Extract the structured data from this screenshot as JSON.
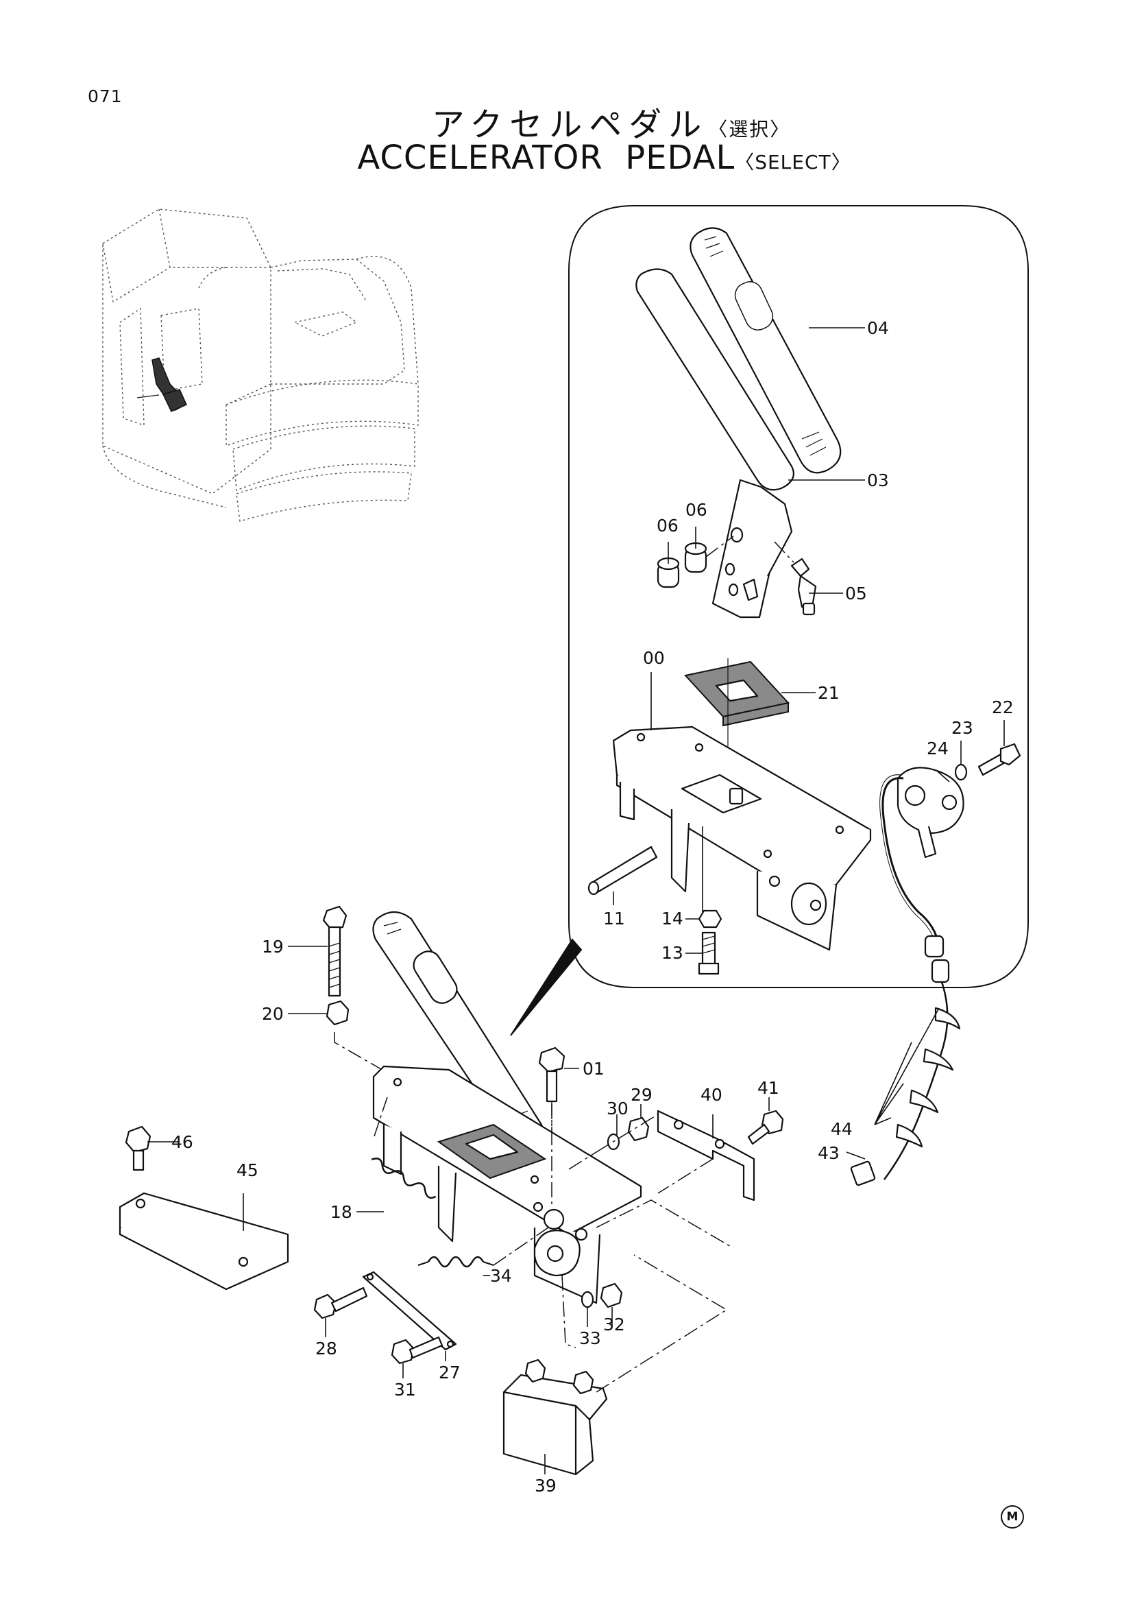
{
  "page_number": "071",
  "title": {
    "japanese": "アクセルペダル",
    "japanese_qualifier": "〈選択〉",
    "english": "ACCELERATOR  PEDAL",
    "english_qualifier": "〈SELECT〉"
  },
  "part_callouts": [
    "00",
    "01",
    "03",
    "04",
    "05",
    "06",
    "06",
    "11",
    "13",
    "14",
    "18",
    "19",
    "20",
    "21",
    "22",
    "23",
    "24",
    "27",
    "28",
    "29",
    "30",
    "31",
    "32",
    "33",
    "34",
    "39",
    "40",
    "41",
    "43",
    "44",
    "45",
    "46"
  ],
  "corner_mark": "M"
}
